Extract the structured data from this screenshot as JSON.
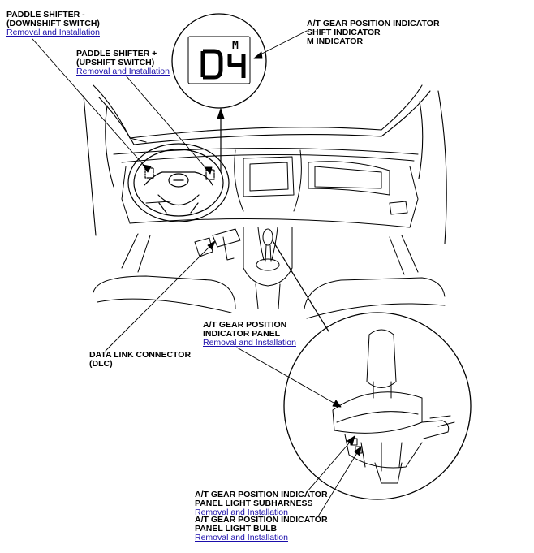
{
  "labels": {
    "paddle_minus": {
      "lines": [
        "PADDLE SHIFTER -",
        "(DOWNSHIFT SWITCH)"
      ],
      "link": "Removal and Installation"
    },
    "paddle_plus": {
      "lines": [
        "PADDLE SHIFTER +",
        "(UPSHIFT SWITCH)"
      ],
      "link": "Removal and Installation"
    },
    "indicator": {
      "lines": [
        "A/T GEAR POSITION INDICATOR",
        "SHIFT INDICATOR",
        "M INDICATOR"
      ]
    },
    "panel": {
      "lines": [
        "A/T GEAR POSITION",
        "INDICATOR PANEL"
      ],
      "link": "Removal and Installation"
    },
    "dlc": {
      "lines": [
        "DATA LINK CONNECTOR",
        "(DLC)"
      ]
    },
    "subharness": {
      "lines": [
        "A/T GEAR POSITION INDICATOR",
        "PANEL LIGHT SUBHARNESS"
      ],
      "link": "Removal and Installation"
    },
    "bulb": {
      "lines": [
        "A/T GEAR POSITION INDICATOR",
        "PANEL LIGHT BULB"
      ],
      "link": "Removal and Installation"
    }
  },
  "display": {
    "gear": "D",
    "mode": "M",
    "digit": "4"
  },
  "colors": {
    "link": "#1a0dab",
    "line": "#000000",
    "background": "#ffffff"
  }
}
